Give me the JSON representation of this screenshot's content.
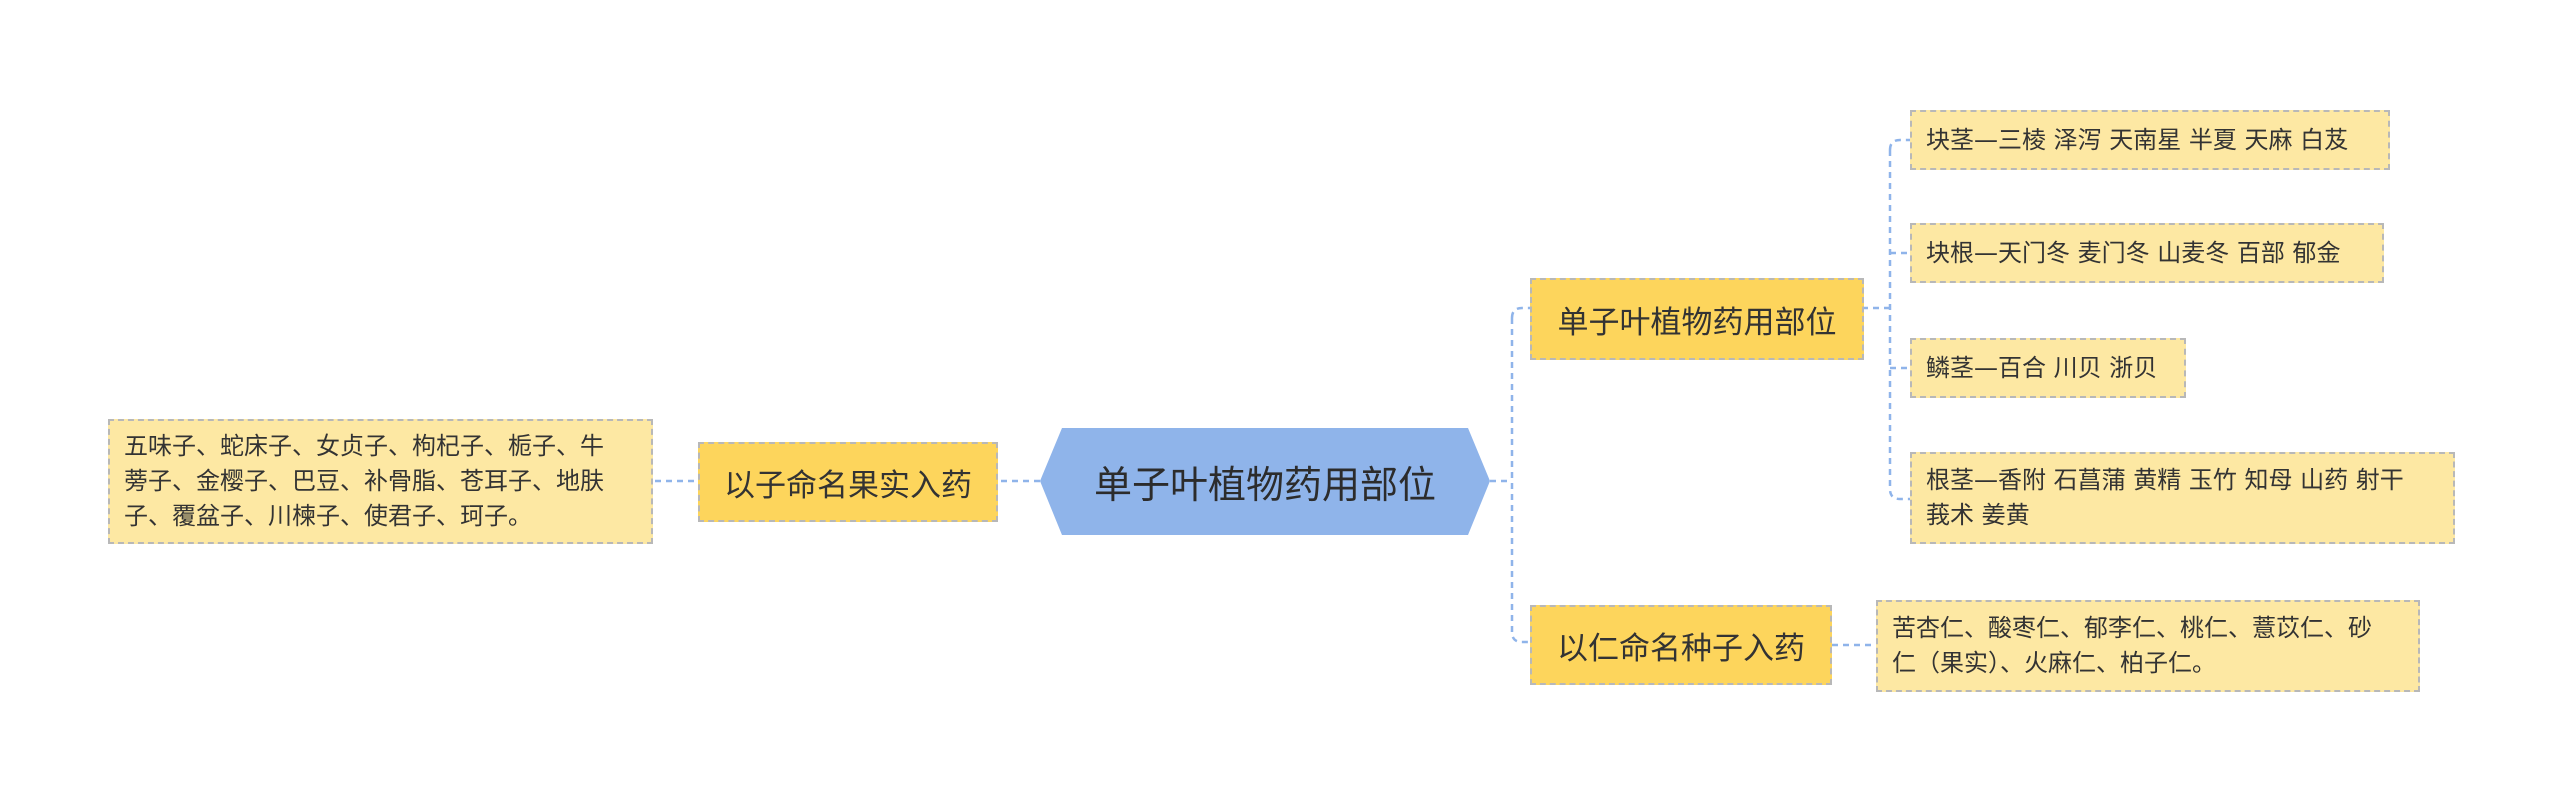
{
  "root": {
    "label": "单子叶植物药用部位"
  },
  "left_branch": {
    "label": "以子命名果实入药",
    "leaf_lines": [
      "五味子、蛇床子、女贞子、枸杞子、栀子、牛",
      "蒡子、金樱子、巴豆、补骨脂、苍耳子、地肤",
      "子、覆盆子、川楝子、使君子、珂子。"
    ]
  },
  "right_branch_1": {
    "label": "单子叶植物药用部位",
    "leaves": [
      {
        "lines": [
          "块茎—三棱 泽泻 天南星 半夏 天麻 白芨"
        ]
      },
      {
        "lines": [
          "块根—天门冬 麦门冬 山麦冬 百部 郁金"
        ]
      },
      {
        "lines": [
          "鳞茎—百合 川贝 浙贝"
        ]
      },
      {
        "lines": [
          "根茎—香附 石菖蒲 黄精 玉竹 知母 山药 射干",
          "莪术  姜黄"
        ]
      }
    ]
  },
  "right_branch_2": {
    "label": "以仁命名种子入药",
    "leaf_lines": [
      "苦杏仁、酸枣仁、郁李仁、桃仁、薏苡仁、砂",
      "仁（果实）、火麻仁、柏子仁。"
    ]
  },
  "colors": {
    "root": "#8fb4ea",
    "branch": "#fdd55c",
    "leaf": "#fde8a3",
    "link": "#8fb4ea",
    "border": "#b8b8b8"
  }
}
